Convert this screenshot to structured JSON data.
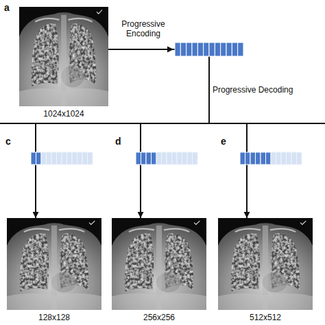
{
  "diagram": {
    "nodes": [
      {
        "text": [
          "1024x1024"
        ]
      },
      {
        "text": [
          "128x128"
        ]
      },
      {
        "text": [
          "256x256"
        ]
      },
      {
        "text": [
          "512x512"
        ]
      }
    ],
    "edges": [
      {
        "from": 0,
        "to": 1,
        "arrow": "to"
      },
      {
        "from": 0,
        "to": 2,
        "arrow": "to"
      },
      {
        "from": 0,
        "to": 3,
        "arrow": "to"
      }
    ],
    "labels": [
      "a",
      "Progressive Encoding",
      "Progressive Decoding",
      "c",
      "d",
      "e"
    ]
  }
}
